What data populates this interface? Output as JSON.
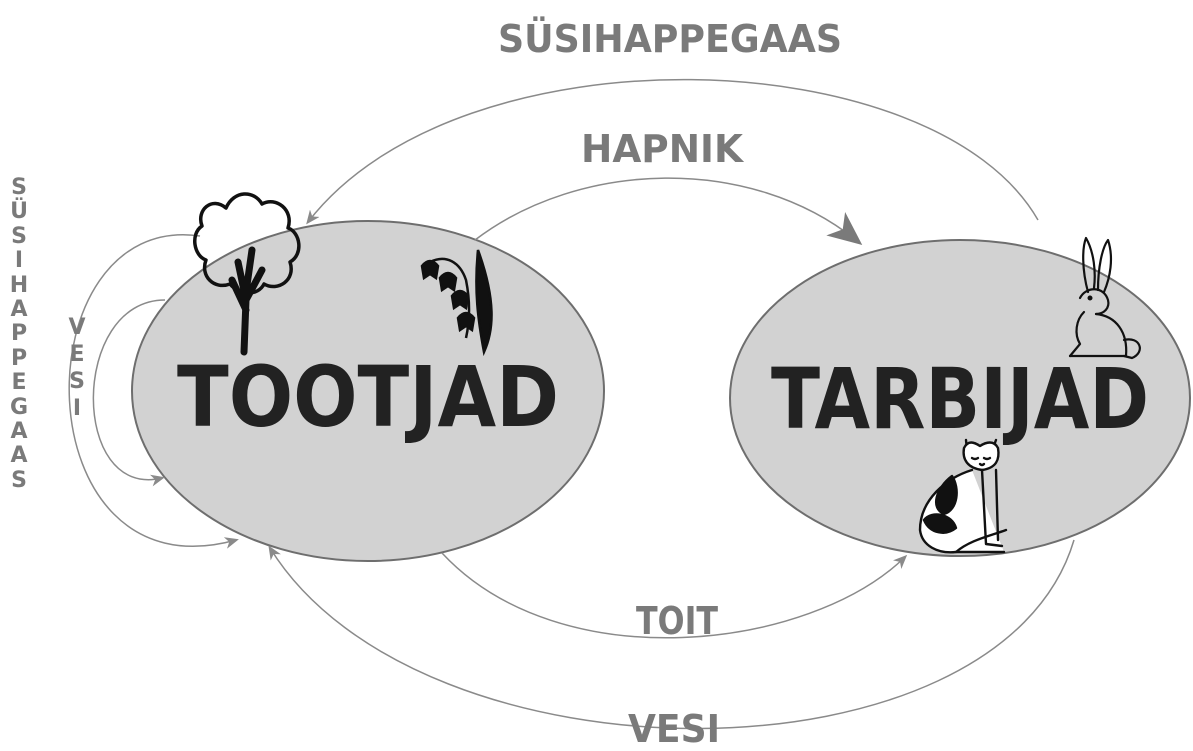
{
  "nodes": {
    "producers": "TOOTJAD",
    "consumers": "TARBIJAD"
  },
  "flows": {
    "top_co2": "SÜSIHAPPEGAAS",
    "oxygen": "HAPNIK",
    "food": "TOIT",
    "bottom_water": "VESI",
    "left_co2": "SÜSIHAPPEGAAS",
    "left_water": "VESI"
  },
  "icons": [
    "tree-icon",
    "lily-of-the-valley-icon",
    "rabbit-icon",
    "cat-icon"
  ],
  "colors": {
    "ellipse_fill": "#d2d2d2",
    "ellipse_stroke": "#6e6e6e",
    "label_gray": "#7a7a7a",
    "arrow_gray": "#8a8a8a",
    "title_dark": "#222222"
  }
}
